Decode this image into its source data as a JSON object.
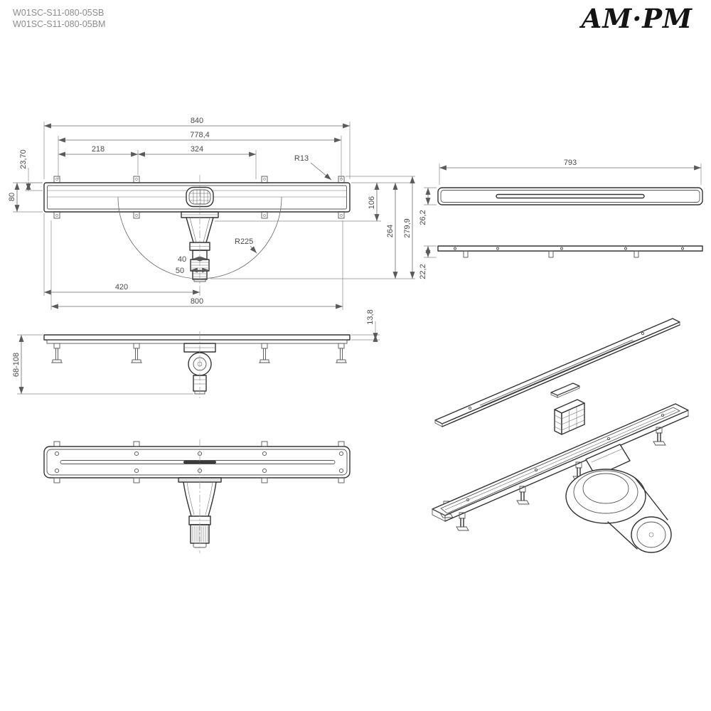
{
  "header": {
    "product_codes": [
      "W01SC-S11-080-05SB",
      "W01SC-S11-080-05BM"
    ],
    "logo_text": "AM·PM"
  },
  "colors": {
    "line": "#333333",
    "dim": "#6a6a6a",
    "dimtext": "#4a4a4a"
  },
  "drawing": {
    "front_view": {
      "overall_width": "840",
      "grate_width": "778,4",
      "left_spacing": "218",
      "mid_spacing": "324",
      "corner_radius": "R13",
      "edge_depth": "23,70",
      "body_height": "80",
      "flange_depth": "106",
      "trap_depth": "264",
      "total_depth": "279,9",
      "swivel_radius": "R225",
      "outlet_d40": "40",
      "outlet_d50": "50",
      "center_offset": "420",
      "mount_width": "800",
      "rim_offset": "13,8"
    },
    "grate_view": {
      "length": "793",
      "width": "26,2",
      "frame_width": "22,2"
    },
    "side_view": {
      "leg_range": "68-108"
    }
  }
}
